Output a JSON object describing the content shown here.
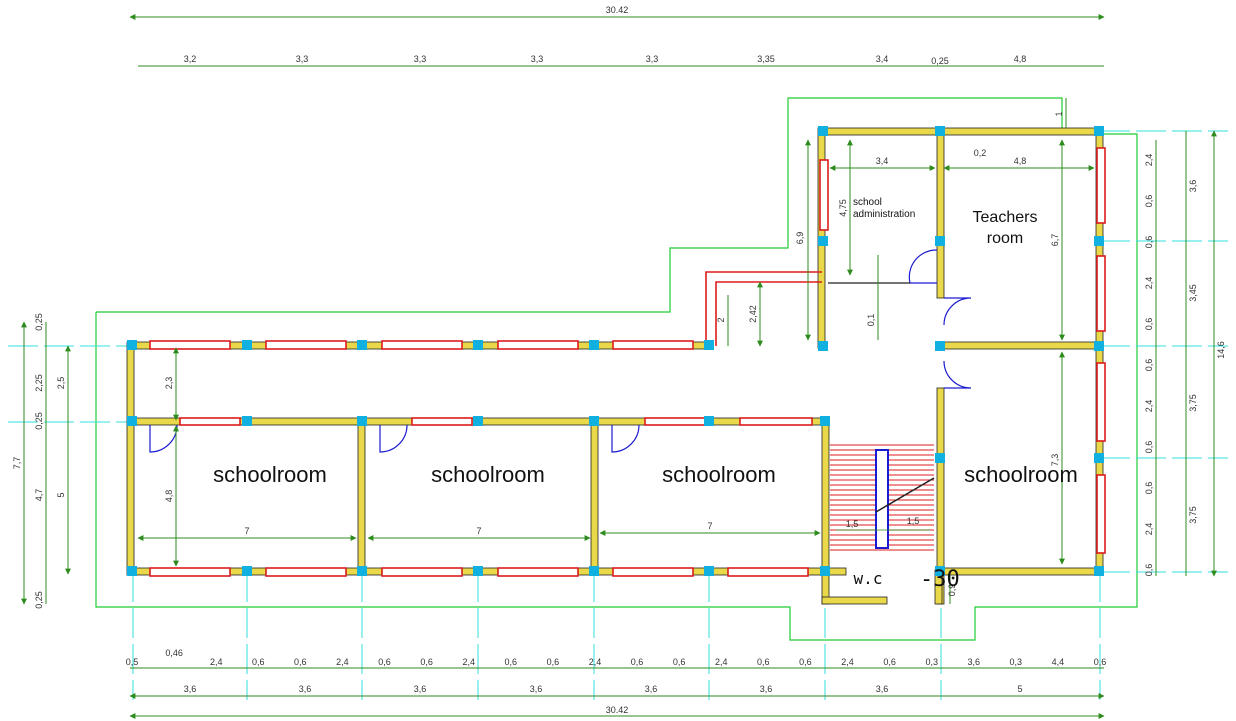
{
  "colors": {
    "dimension": "#2e8b1e",
    "outline": "#22cc33",
    "wall": "#e8d84a",
    "window": "#dd1c1c",
    "column": "#10b0e0",
    "axis": "#33dddd",
    "stair_post": "#1a1ad0"
  },
  "dimensions": {
    "top_total": "30.42",
    "top_segments": [
      "3,2",
      "3,3",
      "3,3",
      "3,3",
      "3,3",
      "3,35",
      "3,4",
      "0,25",
      "4,8"
    ],
    "bottom_small": [
      "0,5",
      "0,46",
      "2,4",
      "0,6",
      "0,6",
      "2,4",
      "0,6",
      "0,6",
      "2,4",
      "0,6",
      "0,6",
      "2,4",
      "0,6",
      "0,6",
      "2,4",
      "0,6",
      "0,6",
      "2,4",
      "0,6",
      "0,3",
      "3,6",
      "0,3",
      "4,4",
      "0,6"
    ],
    "bottom_spans": [
      "3,6",
      "3,6",
      "3,6",
      "3,6",
      "3,6",
      "3,6",
      "3,6",
      "5"
    ],
    "bottom_total": "30.42",
    "left_outer": "7,7",
    "left_outer_parts": [
      "0,25",
      "2,25",
      "0,25",
      "4,7",
      "0,25"
    ],
    "left_inner": [
      "2,5",
      "5"
    ],
    "right_total": "14,6",
    "right_mid": [
      "3,6",
      "3,45",
      "3,75",
      "3,75"
    ],
    "right_inner": [
      "2,4",
      "0,6",
      "0,6",
      "2,4",
      "0,6",
      "0,6",
      "2,4",
      "0,6",
      "0,6",
      "2,4",
      "0,6"
    ],
    "interior": {
      "corridor_h": "2,3",
      "room_h": "4,8",
      "room_w": [
        "7",
        "7",
        "7"
      ],
      "admin_w": "3,4",
      "teachers_w": "4,8",
      "partition": "0,2",
      "admin_h": "4,75",
      "admin_total": "6,9",
      "teachers_h": "6,7",
      "passage_a": "2",
      "passage_b": "2,42",
      "door_offset": "0,1",
      "top_right": "1",
      "stair_a": "1,5",
      "stair_b": "1,5",
      "east_room_h": "7,3",
      "wc_depth": "0,9"
    }
  },
  "rooms": {
    "schoolroom_1": "schoolroom",
    "schoolroom_2": "schoolroom",
    "schoolroom_3": "schoolroom",
    "schoolroom_4": "schoolroom",
    "admin_line1": "school",
    "admin_line2": "administration",
    "teachers_line1": "Teachers",
    "teachers_line2": "room",
    "wc": "w.c",
    "level": "-30"
  }
}
